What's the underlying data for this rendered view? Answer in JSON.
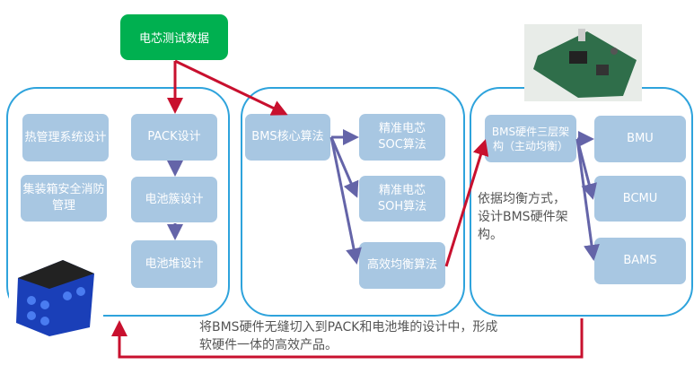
{
  "top_source": "电芯测试数据",
  "panel1": {
    "thermal": "热管理系统设计",
    "fire": "集装箱安全消防管理",
    "pack": "PACK设计",
    "cluster": "电池簇设计",
    "stack": "电池堆设计"
  },
  "panel2": {
    "core": "BMS核心算法",
    "soc": "精准电芯SOC算法",
    "soh": "精准电芯SOH算法",
    "balance": "高效均衡算法"
  },
  "panel3": {
    "hw": "BMS硬件三层架构（主动均衡）",
    "bmu": "BMU",
    "bcmu": "BCMU",
    "bams": "BAMS",
    "note": "依据均衡方式，设计BMS硬件架构。"
  },
  "bottom_note": "将BMS硬件无缝切入到PACK和电池堆的设计中，形成软硬件一体的高效产品。",
  "colors": {
    "panel_border": "#2ea3dc",
    "box": "#a8c7e2",
    "green": "#00b050",
    "red_arrow": "#c8102e",
    "purple_arrow": "#6464a8"
  }
}
